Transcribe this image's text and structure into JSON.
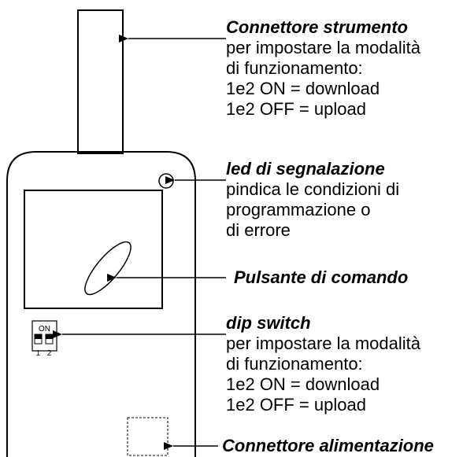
{
  "annotations": {
    "instrument_connector": {
      "title": "Connettore strumento",
      "lines": [
        "per impostare la modalità",
        "di funzionamento:",
        "1e2 ON = download",
        "1e2 OFF = upload"
      ]
    },
    "led": {
      "title": "led di segnalazione",
      "lines": [
        "pindica le condizioni di",
        "programmazione o",
        "di errore"
      ]
    },
    "command_button": {
      "title": "Pulsante di comando"
    },
    "dip_switch": {
      "title": "dip switch",
      "lines": [
        "per impostare la modalità",
        "di funzionamento:",
        "1e2 ON = download",
        "1e2 OFF = upload"
      ]
    },
    "power_connector": {
      "title": "Connettore alimentazione"
    }
  },
  "dip_switch_labels": {
    "on": "ON",
    "sw1": "1",
    "sw2": "2"
  }
}
